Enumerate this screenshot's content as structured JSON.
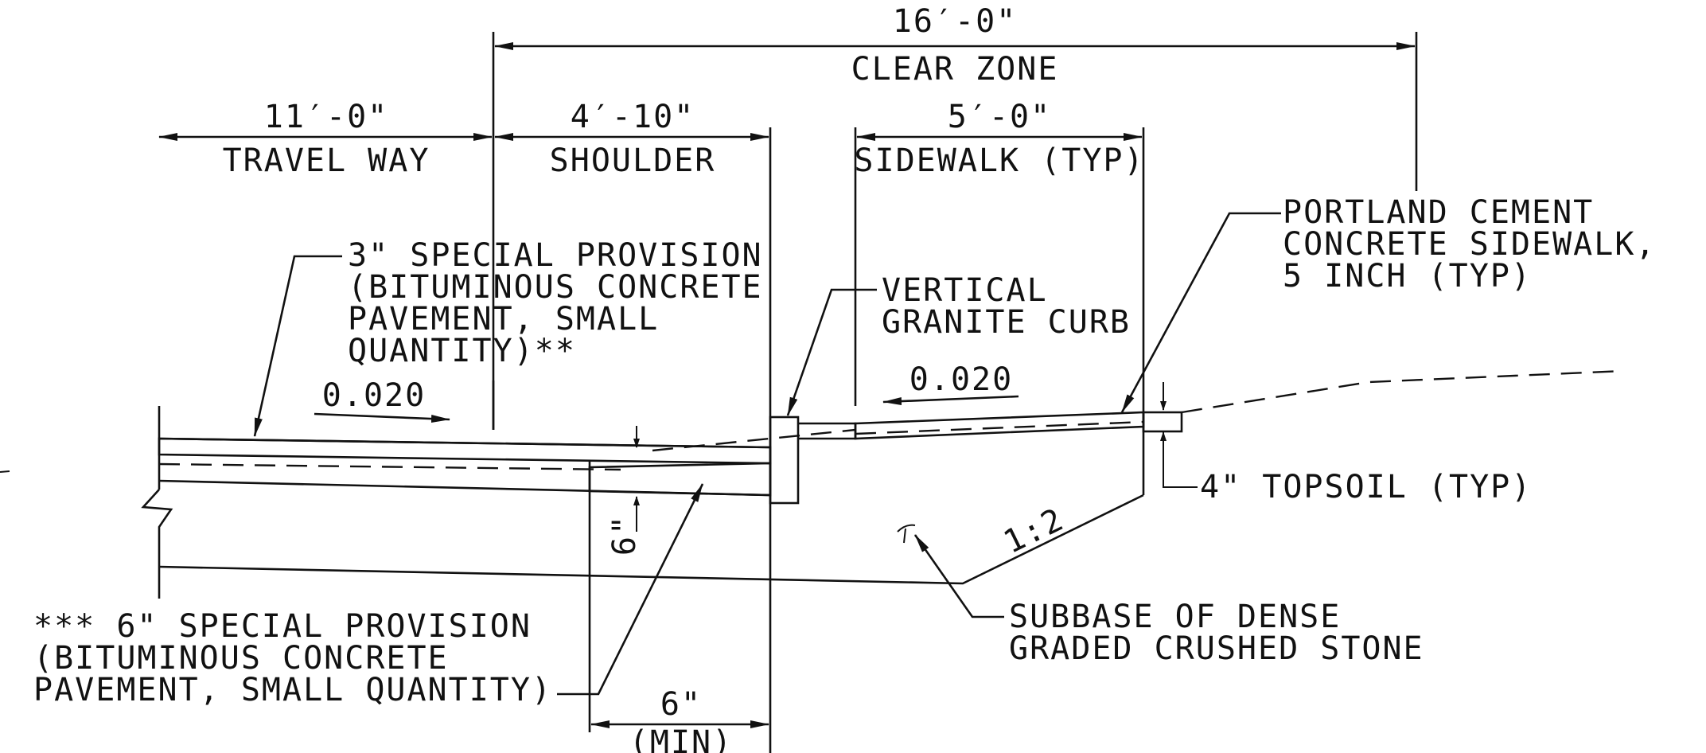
{
  "dimensions": {
    "clear_zone": {
      "value": "16′-0\"",
      "label": "CLEAR ZONE"
    },
    "travel_way": {
      "value": "11′-0\"",
      "label": "TRAVEL WAY"
    },
    "shoulder": {
      "value": "4′-10\"",
      "label": "SHOULDER"
    },
    "sidewalk": {
      "value": "5′-0\"",
      "label": "SIDEWALK (TYP)"
    },
    "min_width": {
      "value": "6\"",
      "label": "(MIN)"
    },
    "depth": {
      "value": "6\""
    }
  },
  "slopes": {
    "pavement": "0.020",
    "sidewalk": "0.020",
    "subbase_side": "1:2"
  },
  "callouts": {
    "pavement_3in": [
      "3\" SPECIAL PROVISION",
      "(BITUMINOUS CONCRETE",
      "PAVEMENT, SMALL",
      "QUANTITY)**"
    ],
    "curb": [
      "VERTICAL",
      "GRANITE CURB"
    ],
    "sidewalk_concrete": [
      "PORTLAND CEMENT",
      "CONCRETE SIDEWALK,",
      "5 INCH (TYP)"
    ],
    "topsoil": "4\" TOPSOIL (TYP)",
    "subbase": [
      "SUBBASE OF DENSE",
      "GRADED CRUSHED STONE"
    ],
    "pavement_6in": [
      "*** 6\" SPECIAL PROVISION",
      "(BITUMINOUS CONCRETE",
      "PAVEMENT, SMALL QUANTITY)"
    ]
  }
}
